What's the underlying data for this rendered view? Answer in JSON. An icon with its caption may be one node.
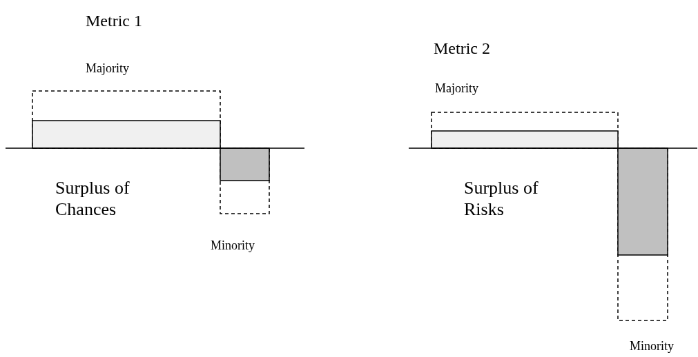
{
  "diagram": {
    "labels": [
      "Metric 1",
      "Majority",
      "Surplus of Chances",
      "Minority",
      "Metric 2",
      "Majority",
      "Surplus of Risks",
      "Minority"
    ]
  }
}
